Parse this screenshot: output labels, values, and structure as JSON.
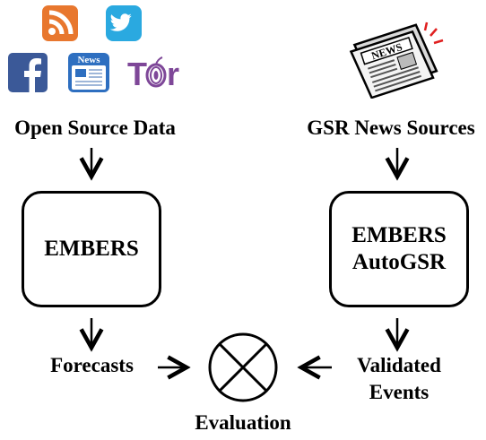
{
  "icons": {
    "rss": {
      "name": "rss-icon",
      "color": "#E8772E"
    },
    "twitter": {
      "name": "twitter-icon",
      "color": "#2AA9E0"
    },
    "facebook": {
      "name": "facebook-icon",
      "color": "#3B5998"
    },
    "news_app": {
      "name": "news-app-icon",
      "label": "News",
      "color": "#2E6FC0"
    },
    "tor": {
      "name": "tor-icon",
      "label": "Tor",
      "color": "#7E4798"
    },
    "newspaper": {
      "name": "newspaper-icon",
      "label": "NEWS"
    }
  },
  "left": {
    "source_label": "Open Source Data",
    "box_label": "EMBERS",
    "output_label": "Forecasts"
  },
  "right": {
    "source_label": "GSR News Sources",
    "box_line1": "EMBERS",
    "box_line2": "AutoGSR",
    "output_line1": "Validated",
    "output_line2": "Events"
  },
  "center": {
    "label": "Evaluation"
  }
}
